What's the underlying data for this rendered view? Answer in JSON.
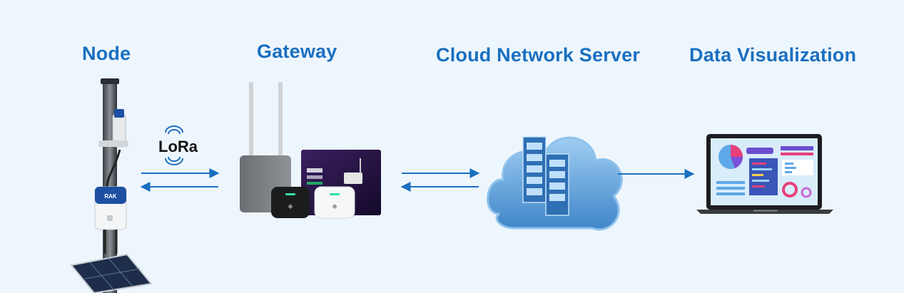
{
  "stages": [
    {
      "label": "Node"
    },
    {
      "label": "Gateway"
    },
    {
      "label": "Cloud Network Server"
    },
    {
      "label": "Data Visualization"
    }
  ],
  "radio": {
    "label": "LoRa"
  },
  "device_brand": "RAK",
  "colors": {
    "title": "#1a6fc0",
    "arrow": "#1a6fc0",
    "background": "#eef6fd",
    "cloud": "#4a90d0"
  }
}
